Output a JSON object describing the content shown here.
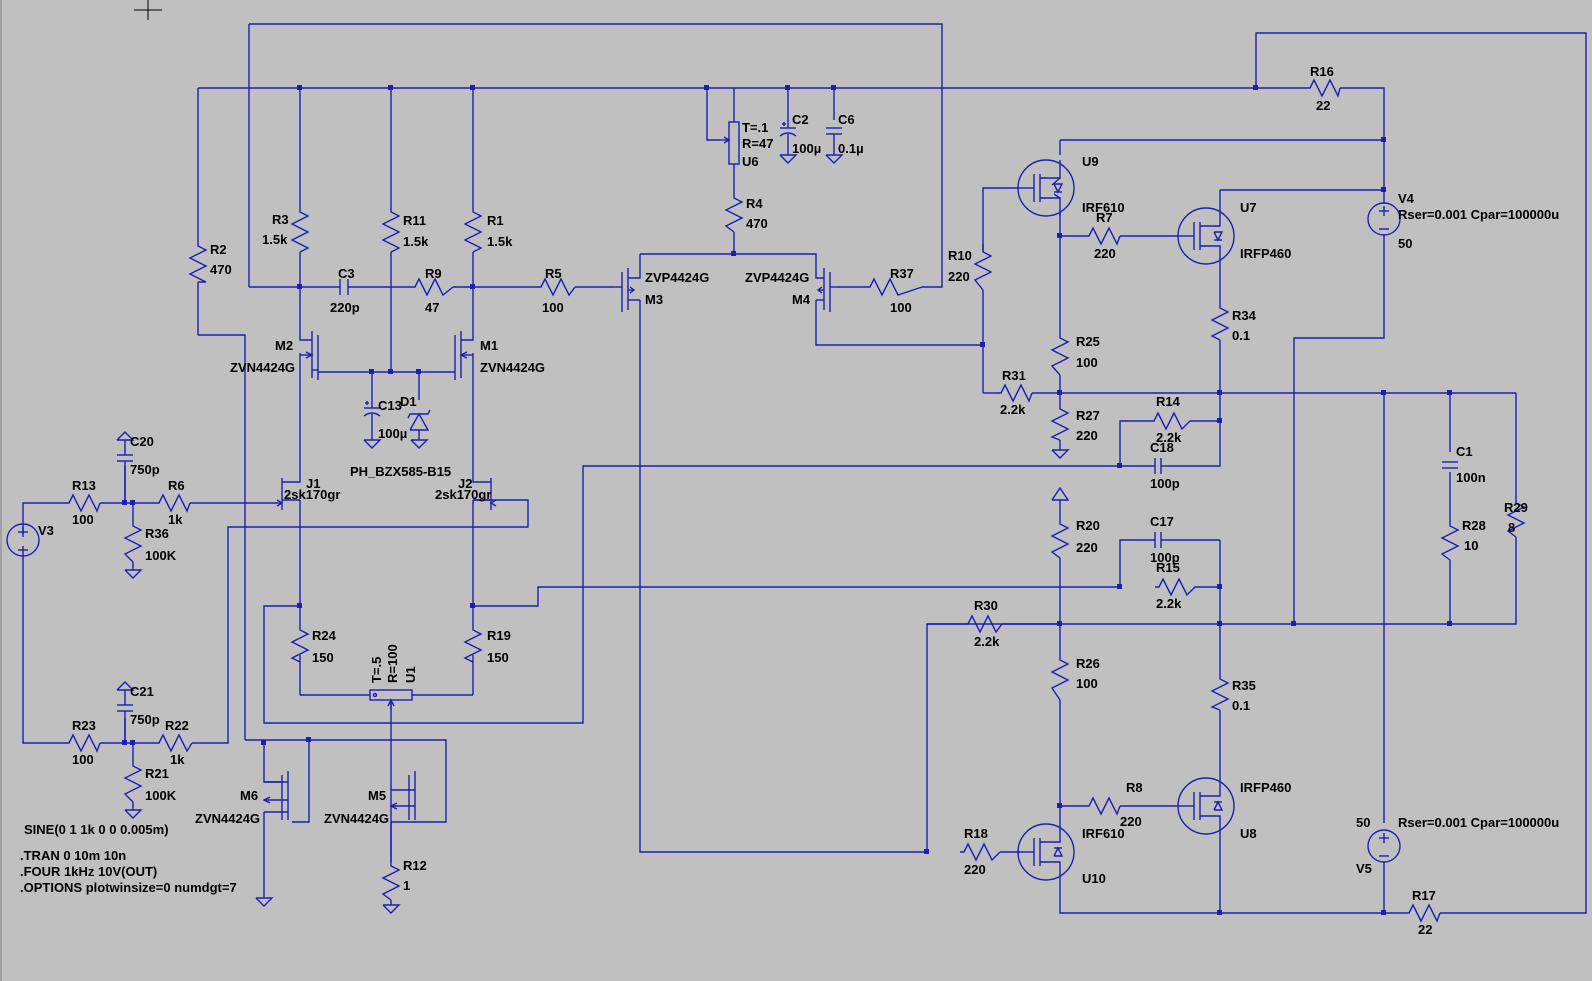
{
  "labels": {
    "R16": "R16",
    "R16v": "22",
    "R17": "R17",
    "R17v": "22",
    "V4": "V4",
    "V4p": "Rser=0.001 Cpar=100000u",
    "V4v": "50",
    "V5": "V5",
    "V5p": "Rser=0.001 Cpar=100000u",
    "V5v": "50",
    "U9": "U9",
    "U9m": "IRF610",
    "U7": "U7",
    "U7m": "IRFP460",
    "U8": "U8",
    "U8m": "IRFP460",
    "U10": "U10",
    "U10m": "IRF610",
    "R7": "R7",
    "R7v": "220",
    "R8": "R8",
    "R8v": "220",
    "R10": "R10",
    "R10v": "220",
    "R34": "R34",
    "R34v": "0.1",
    "R35": "R35",
    "R35v": "0.1",
    "R25": "R25",
    "R25v": "100",
    "R31": "R31",
    "R31v": "2.2k",
    "R14": "R14",
    "R14v": "2.2k",
    "R27": "R27",
    "R27v": "220",
    "C18": "C18",
    "C18v": "100p",
    "C1": "C1",
    "C1v": "100n",
    "R28": "R28",
    "R28v": "10",
    "R29": "R29",
    "R29v": "8",
    "R20": "R20",
    "R20v": "220",
    "C17": "C17",
    "C17v": "100p",
    "R15": "R15",
    "R15v": "2.2k",
    "R30": "R30",
    "R30v": "2.2k",
    "R26": "R26",
    "R26v": "100",
    "R18": "R18",
    "R18v": "220",
    "U6": "U6",
    "U6t": "T=.1",
    "U6r": "R=47",
    "C2": "C2",
    "C2v": "100µ",
    "C6": "C6",
    "C6v": "0.1µ",
    "R4": "R4",
    "R4v": "470",
    "M3": "M3",
    "M3m": "ZVP4424G",
    "M4": "M4",
    "M4m": "ZVP4424G",
    "R5": "R5",
    "R5v": "100",
    "R37": "R37",
    "R37v": "100",
    "R3": "R3",
    "R3v": "1.5k",
    "R11": "R11",
    "R11v": "1.5k",
    "R1": "R1",
    "R1v": "1.5k",
    "R2": "R2",
    "R2v": "470",
    "C3": "C3",
    "C3v": "220p",
    "R9": "R9",
    "R9v": "47",
    "M2": "M2",
    "M2m": "ZVN4424G",
    "M1": "M1",
    "M1m": "ZVN4424G",
    "C13": "C13",
    "C13v": "100µ",
    "D1": "D1",
    "D1m": "PH_BZX585-B15",
    "J1": "J1",
    "J1m": "2sk170gr",
    "J2": "J2",
    "J2m": "2sk170gr",
    "C20": "C20",
    "C20v": "750p",
    "C21": "C21",
    "C21v": "750p",
    "R13": "R13",
    "R13v": "100",
    "R6": "R6",
    "R6v": "1k",
    "R36": "R36",
    "R36v": "100K",
    "V3": "V3",
    "R23": "R23",
    "R23v": "100",
    "R22": "R22",
    "R22v": "1k",
    "R21": "R21",
    "R21v": "100K",
    "R24": "R24",
    "R24v": "150",
    "R19": "R19",
    "R19v": "150",
    "U1": "U1",
    "U1t": "T=.5",
    "U1r": "R=100",
    "M6": "M6",
    "M6m": "ZVN4424G",
    "M5": "M5",
    "M5m": "ZVN4424G",
    "R12": "R12",
    "R12v": "1"
  },
  "directives": {
    "sine": "SINE(0 1 1k 0 0 0.005m)",
    "tran": ".TRAN 0 10m 10n",
    "four": ".FOUR 1kHz 10V(OUT)",
    "options": ".OPTIONS plotwinsize=0 numdgt=7"
  }
}
